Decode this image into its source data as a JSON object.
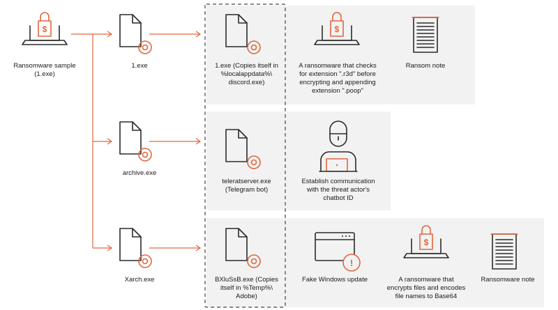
{
  "nodes": {
    "sample": "Ransomware sample\n(1.exe)",
    "one_exe": "1.exe",
    "archive": "archive.exe",
    "xarch": "Xarch.exe",
    "discord": "1.exe (Copies itself in\n%localappdata%\\\ndiscord.exe)",
    "telerat": "teleratserver.exe\n(Telegram bot)",
    "bxlu": "BXluSsB.exe (Copies\nitself in %Temp%\\\nAdobe)",
    "r3d": "A ransomware that checks\nfor extension \".r3d\" before\nencrypting and appending\nextension \".poop\"",
    "ransom_note": "Ransom note",
    "chatbot": "Establish communication\nwith the threat actor's\nchatbot ID",
    "fake_update": "Fake Windows update",
    "base64": "A ransomware that\nencrypts files and encodes\nfile names to Base64",
    "ransomware_note": "Ransomware note"
  },
  "icons": {
    "dollar": "$",
    "alert": "!"
  },
  "colors": {
    "accent": "#e0673f",
    "line": "#2a2a2a",
    "panel": "#f2f2f2"
  }
}
